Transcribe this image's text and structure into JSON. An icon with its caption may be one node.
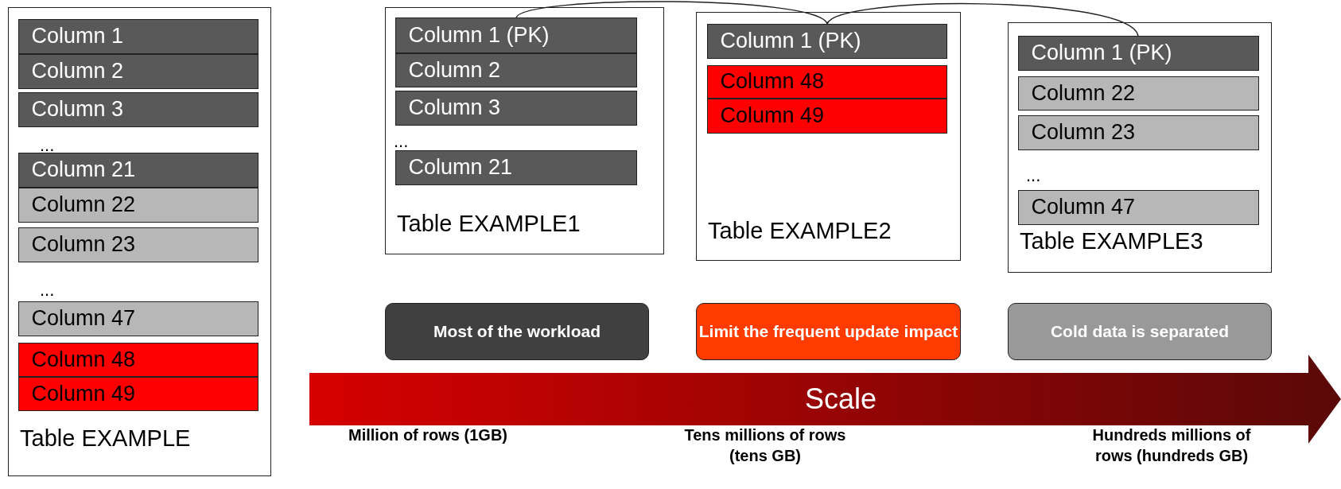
{
  "diagram": {
    "nodes": [
      {
        "text": [
          "Table EXAMPLE"
        ]
      },
      {
        "text": [
          "Column 1"
        ],
        "in": 0
      },
      {
        "text": [
          "Column 2"
        ],
        "in": 0
      },
      {
        "text": [
          "Column 3"
        ],
        "in": 0
      },
      {
        "text": [
          "Column 21"
        ],
        "in": 0
      },
      {
        "text": [
          "Column 22"
        ],
        "in": 0
      },
      {
        "text": [
          "Column 23"
        ],
        "in": 0
      },
      {
        "text": [
          "Column 47"
        ],
        "in": 0
      },
      {
        "text": [
          "Column 48"
        ],
        "in": 0
      },
      {
        "text": [
          "Column 49"
        ],
        "in": 0
      },
      {
        "text": [
          "Table EXAMPLE1"
        ]
      },
      {
        "text": [
          "Column 1 (PK)"
        ],
        "in": 10
      },
      {
        "text": [
          "Column 2"
        ],
        "in": 10
      },
      {
        "text": [
          "Column 3"
        ],
        "in": 10
      },
      {
        "text": [
          "Column 21"
        ],
        "in": 10
      },
      {
        "text": [
          "Table EXAMPLE2"
        ]
      },
      {
        "text": [
          "Column 1 (PK)"
        ],
        "in": 15
      },
      {
        "text": [
          "Column 48"
        ],
        "in": 15
      },
      {
        "text": [
          "Column 49"
        ],
        "in": 15
      },
      {
        "text": [
          "Table EXAMPLE3"
        ]
      },
      {
        "text": [
          "Column 1 (PK)"
        ],
        "in": 19
      },
      {
        "text": [
          "Column 22"
        ],
        "in": 19
      },
      {
        "text": [
          "Column 23"
        ],
        "in": 19
      },
      {
        "text": [
          "Column 47"
        ],
        "in": 19
      },
      {
        "text": [
          "Most of the workload"
        ]
      },
      {
        "text": [
          "Limit the frequent update impact"
        ]
      },
      {
        "text": [
          "Cold data is separated"
        ]
      },
      {
        "text": [
          "Scale"
        ]
      }
    ],
    "edges": [
      {
        "from": 11,
        "to": 16,
        "arrow": "none"
      },
      {
        "from": 16,
        "to": 20,
        "arrow": "none"
      }
    ],
    "labels": [
      "...",
      "...",
      "...",
      "...",
      "Million of rows (1GB)",
      "Tens millions of rows (tens GB)",
      "Hundreds millions of rows (hundreds GB)"
    ]
  }
}
